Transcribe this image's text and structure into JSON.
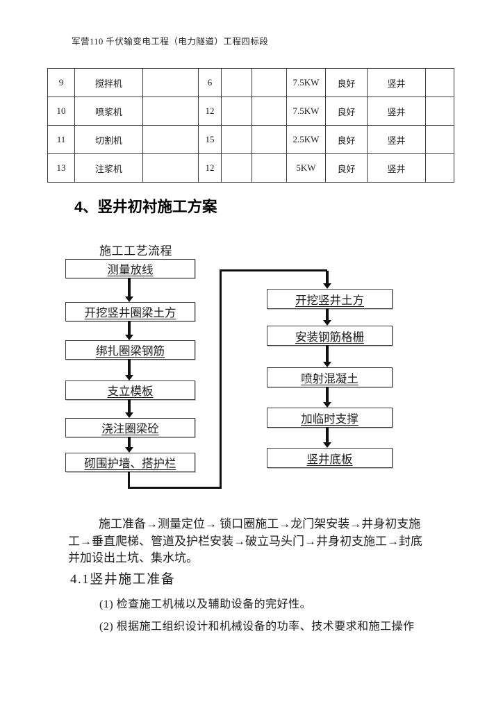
{
  "header": {
    "title": "军营110 千伏输变电工程（电力隧道）工程四标段"
  },
  "equipment_table": {
    "rows": [
      {
        "cells": [
          "9",
          "搅拌机",
          "",
          "6",
          "",
          "",
          "7.5KW",
          "良好",
          "竖井",
          ""
        ]
      },
      {
        "cells": [
          "10",
          "喷浆机",
          "",
          "12",
          "",
          "",
          "7.5KW",
          "良好",
          "竖井",
          ""
        ]
      },
      {
        "cells": [
          "11",
          "切割机",
          "",
          "15",
          "",
          "",
          "2.5KW",
          "良好",
          "竖井",
          ""
        ]
      },
      {
        "cells": [
          "13",
          "注浆机",
          "",
          "12",
          "",
          "",
          "5KW",
          "良好",
          "竖井",
          ""
        ]
      }
    ]
  },
  "section": {
    "heading": "4、竖井初衬施工方案"
  },
  "flowchart": {
    "title": "施工工艺流程",
    "left_steps": [
      "测量放线",
      "开挖竖井圈梁土方",
      "绑扎圈梁钢筋",
      "支立模板",
      "浇注圈梁砼",
      "砌围护墙、搭护栏"
    ],
    "right_steps": [
      "开挖竖井土方",
      "安装钢筋格栅",
      "喷射混凝土",
      "加临时支撑",
      "竖井底板"
    ]
  },
  "process_paragraph": {
    "lines": [
      "施工准备→测量定位→ 锁口圈施工→龙门架安装→井身初支施",
      "工→垂直爬梯、管道及护栏安装→破立马头门→井身初支施工→封底",
      "并加设出土坑、集水坑。"
    ]
  },
  "subsection": {
    "heading": "4.1竖井施工准备",
    "items": [
      "(1) 检查施工机械以及辅助设备的完好性。",
      "(2) 根据施工组织设计和机械设备的功率、技术要求和施工操作"
    ]
  }
}
